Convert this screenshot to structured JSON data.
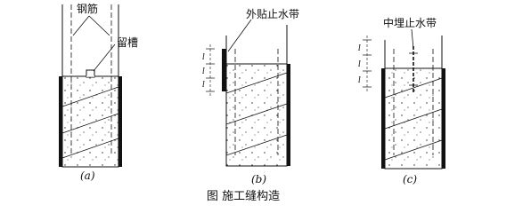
{
  "figure": {
    "caption": "图  施工缝构造",
    "panels": [
      {
        "id": "a",
        "sublabel": "(a)",
        "labels": {
          "rebar": "钢筋",
          "groove": "留槽"
        }
      },
      {
        "id": "b",
        "sublabel": "(b)",
        "labels": {
          "waterstop": "外贴止水带"
        },
        "dim_marks": [
          "l",
          "l",
          "l"
        ]
      },
      {
        "id": "c",
        "sublabel": "(c)",
        "labels": {
          "waterstop": "中埋止水带"
        },
        "dim_marks": [
          "l",
          "l",
          "l"
        ]
      }
    ]
  }
}
